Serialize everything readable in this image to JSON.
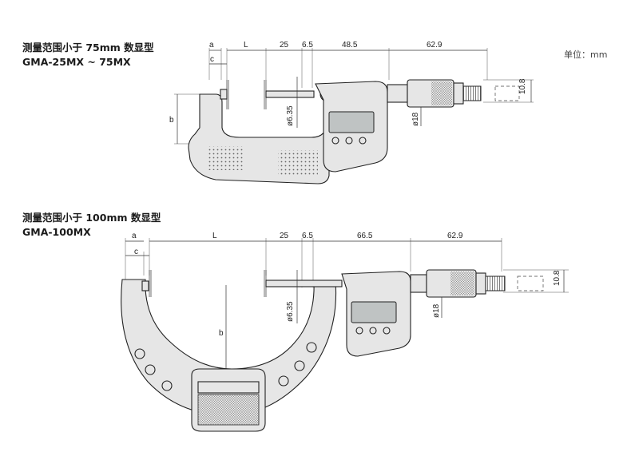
{
  "unit_label": "单位：mm",
  "diagram1": {
    "title_line1": "测量范围小于 75mm 数显型",
    "title_line2": "GMA-25MX ~ 75MX",
    "dims": {
      "a": "a",
      "c": "c",
      "L": "L",
      "d25": "25",
      "d6_5": "6.5",
      "d48_5": "48.5",
      "d62_9": "62.9",
      "b": "b",
      "phi6_35": "ø6.35",
      "phi18": "ø18",
      "d10_8": "10.8"
    }
  },
  "diagram2": {
    "title_line1": "测量范围小于 100mm 数显型",
    "title_line2": "GMA-100MX",
    "dims": {
      "a": "a",
      "c": "c",
      "L": "L",
      "d25": "25",
      "d6_5": "6.5",
      "d66_5": "66.5",
      "d62_9": "62.9",
      "b": "b",
      "phi6_35": "ø6.35",
      "phi18": "ø18",
      "d10_8": "10.8"
    }
  }
}
